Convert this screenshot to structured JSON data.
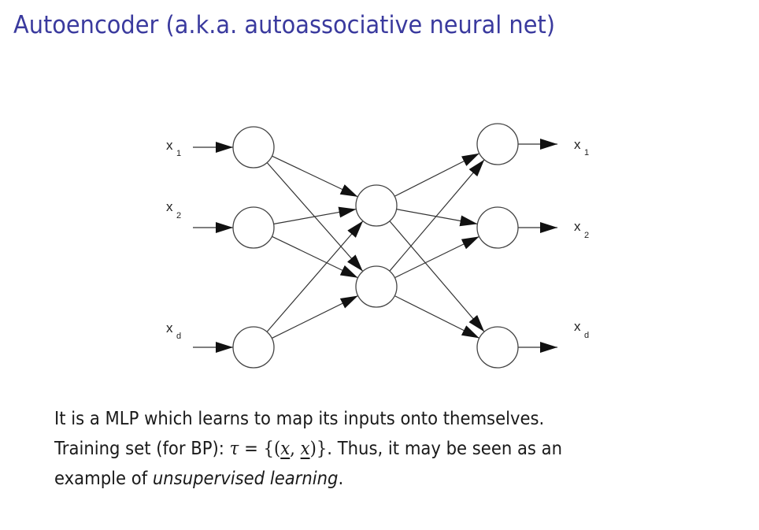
{
  "slide": {
    "title": "Autoencoder (a.k.a. autoassociative neural net)",
    "accent_color": "#3a3a9e"
  },
  "diagram": {
    "input_labels": [
      {
        "base": "x",
        "sub": "1"
      },
      {
        "base": "x",
        "sub": "2"
      },
      {
        "base": "x",
        "sub": "d"
      }
    ],
    "output_labels": [
      {
        "base": "x",
        "sub": "1"
      },
      {
        "base": "x",
        "sub": "2"
      },
      {
        "base": "x",
        "sub": "d"
      }
    ],
    "layers": {
      "input": 3,
      "hidden": 2,
      "output": 3
    }
  },
  "text": {
    "line1": "It is a MLP which learns to map its inputs onto themselves.",
    "line2_prefix": "Training set (for BP): ",
    "tau": "τ",
    "eq": " = {(",
    "x1": "x",
    "comma": ", ",
    "x2": "x",
    "close": ")}",
    "line2_suffix": ".  Thus, it may be seen as an",
    "line3_prefix": "example of ",
    "line3_em": "unsupervised learning",
    "line3_suffix": "."
  }
}
